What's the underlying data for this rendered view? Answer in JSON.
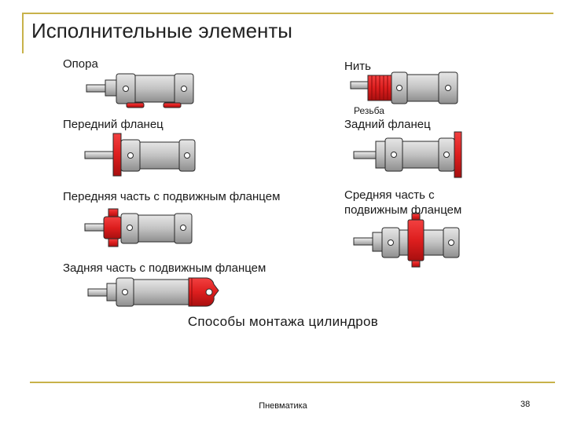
{
  "slide": {
    "title": "Исполнительные элементы",
    "caption": "Способы монтажа цилиндров",
    "footer": "Пневматика",
    "page_number": "38"
  },
  "mounts": {
    "foot": {
      "label": "Опора"
    },
    "thread": {
      "label": "Нить",
      "sublabel": "Резьба"
    },
    "front_flange": {
      "label": "Передний фланец"
    },
    "rear_flange": {
      "label": "Задний фланец"
    },
    "front_swivel": {
      "label": "Передняя часть с подвижным фланцем"
    },
    "middle_swivel": {
      "label_line1": "Средняя часть с",
      "label_line2": "подвижным фланцем"
    },
    "rear_swivel": {
      "label": "Задняя часть с подвижным фланцем"
    }
  },
  "colors": {
    "frame": "#c8b24a",
    "mount_red": "#dd1e1e",
    "cylinder_gray": "#c2c2c2",
    "outline": "#2a2a2a"
  }
}
